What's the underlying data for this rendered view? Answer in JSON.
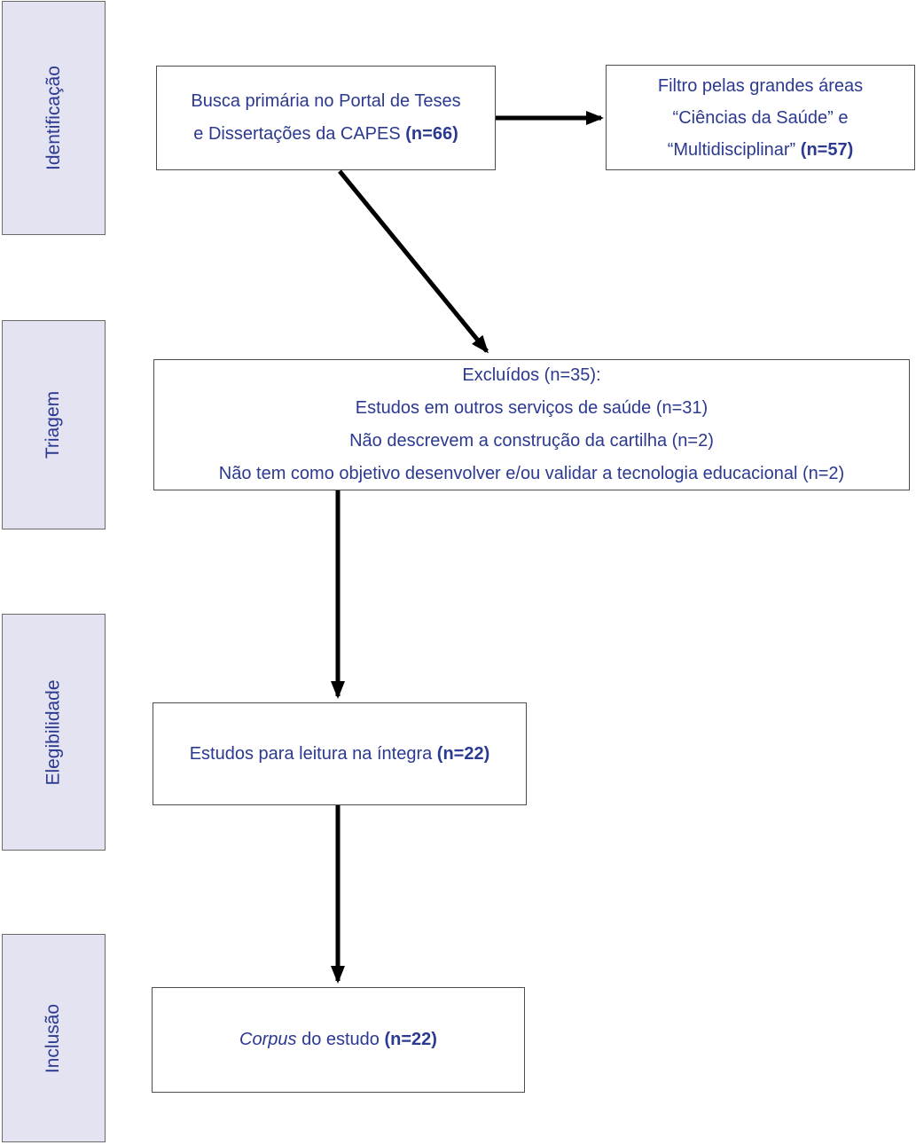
{
  "palette": {
    "text_blue": "#2b3990",
    "stage_bg": "#e4e3f1",
    "stage_border": "#6a6a6a",
    "box_bg": "#ffffff",
    "box_border": "#4d4d4d",
    "arrow": "#000000"
  },
  "sidebar": {
    "items": [
      {
        "label": "Identificação"
      },
      {
        "label": "Triagem"
      },
      {
        "label": "Elegibilidade"
      },
      {
        "label": "Inclusão"
      }
    ]
  },
  "flow": {
    "busca": {
      "line1": "Busca primária no Portal de Teses",
      "line2": "e Dissertações da CAPES",
      "count": "(n=66)"
    },
    "filtro": {
      "line1": "Filtro pelas grandes áreas",
      "line2": "“Ciências da Saúde” e",
      "line3": "“Multidisciplinar”",
      "count": "(n=57)"
    },
    "excluidos": {
      "line1": "Excluídos (n=35):",
      "line2": "Estudos em outros serviços de saúde (n=31)",
      "line3": "Não descrevem a construção da cartilha (n=2)",
      "line4": "Não tem como objetivo desenvolver e/ou validar a tecnologia educacional (n=2)"
    },
    "leitura": {
      "text": "Estudos para leitura na íntegra",
      "count": "(n=22)"
    },
    "corpus": {
      "italic": "Corpus",
      "text": "do estudo",
      "count": "(n=22)"
    }
  }
}
